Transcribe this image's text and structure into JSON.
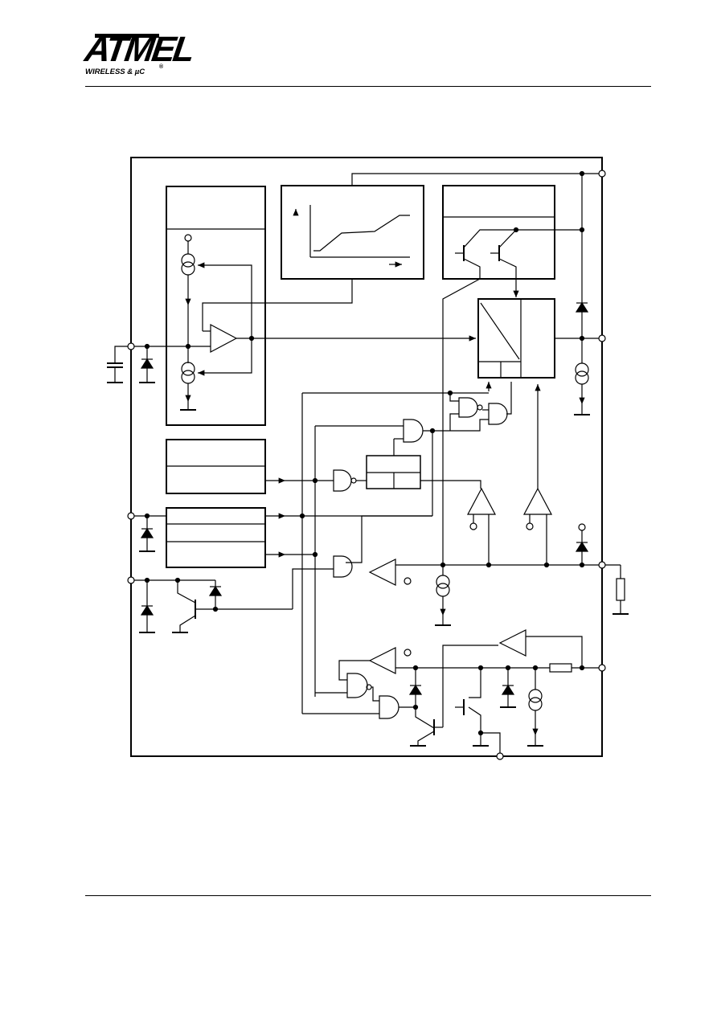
{
  "header": {
    "brand": "ATMEL",
    "tagline": "WIRELESS & µC",
    "registered_mark": "®"
  },
  "diagram": {
    "type": "block-diagram",
    "labels": []
  }
}
